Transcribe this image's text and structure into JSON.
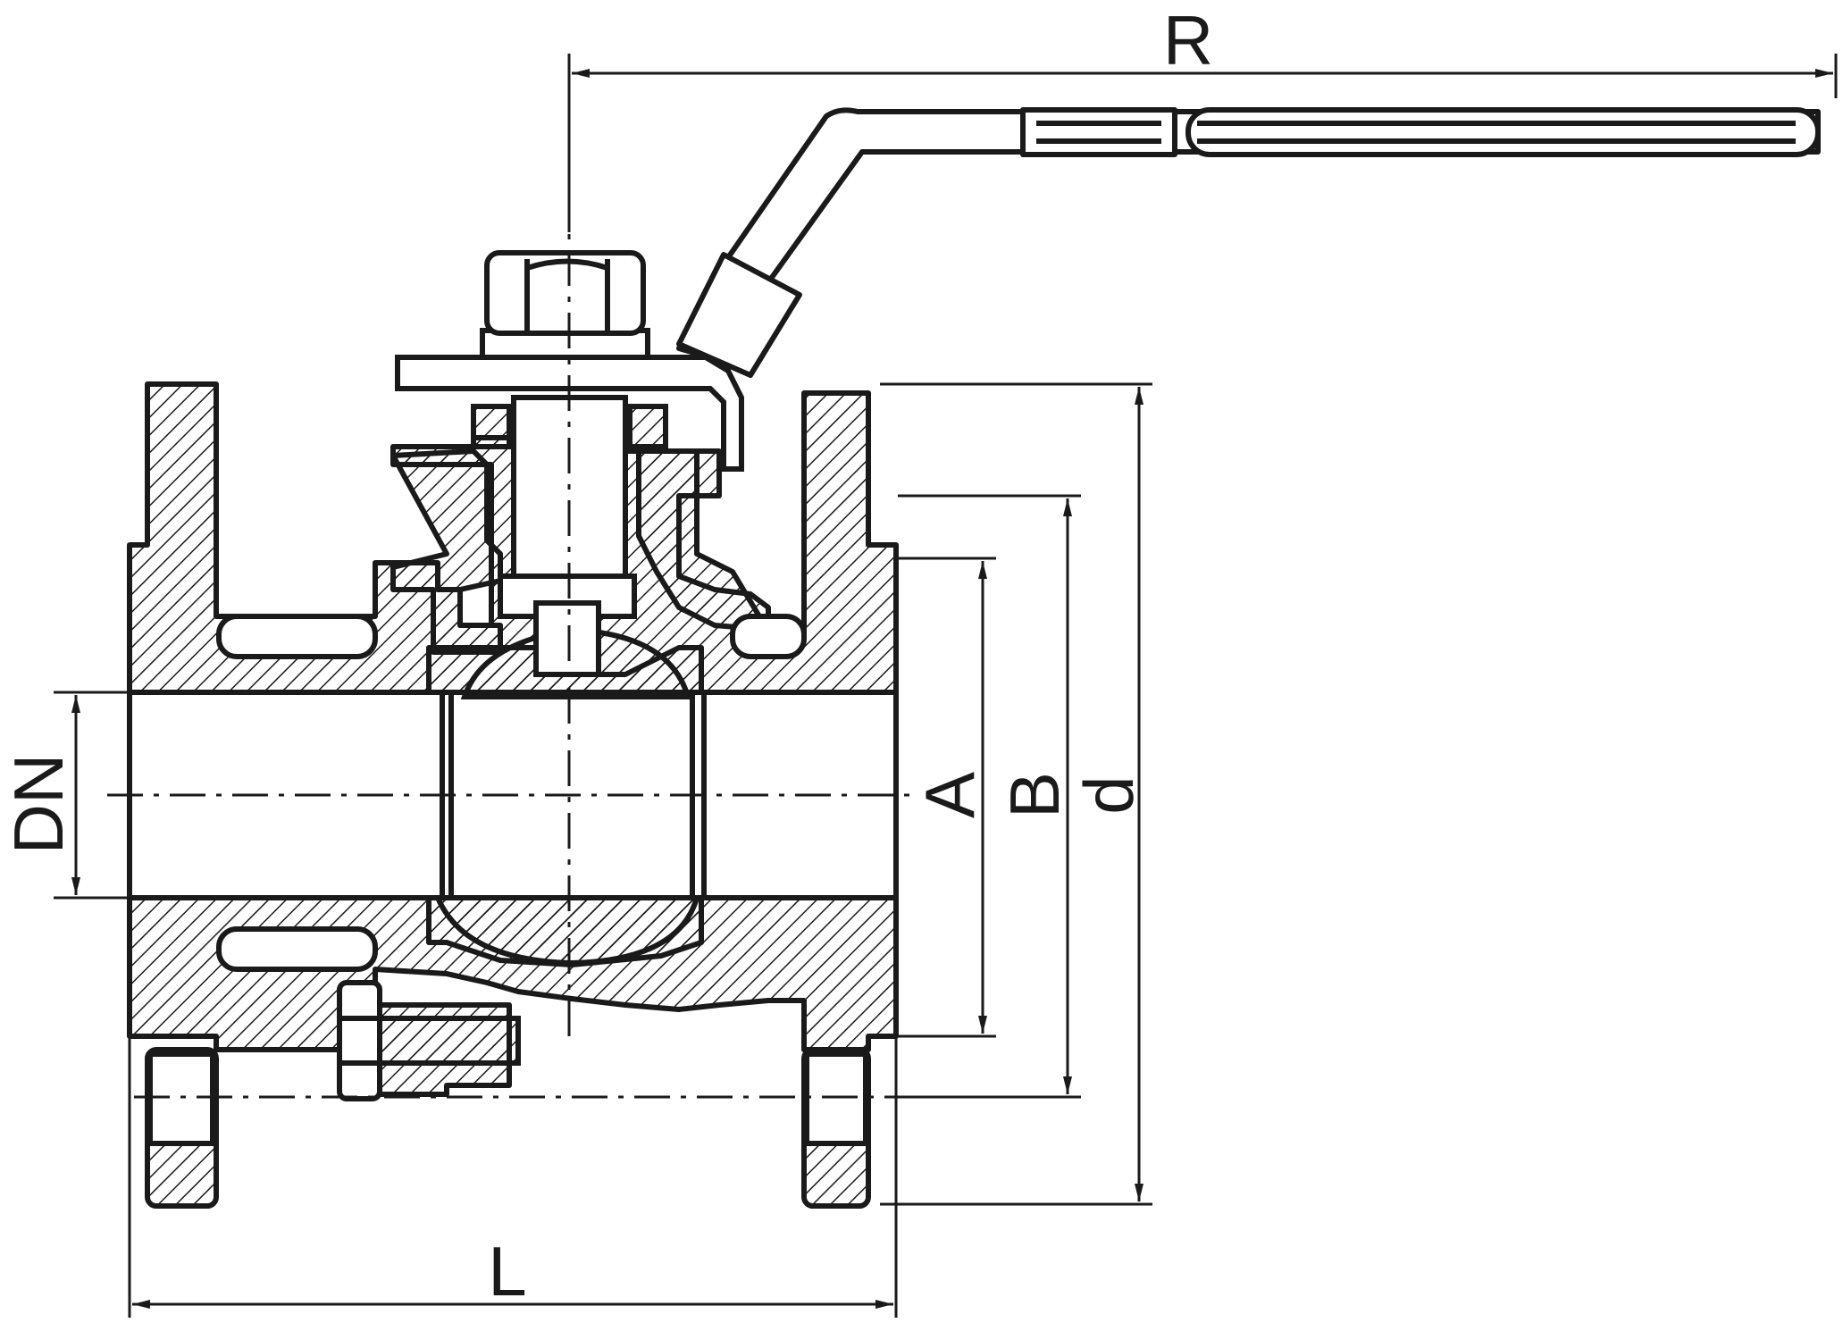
{
  "labels": {
    "R": "R",
    "DN": "DN",
    "A": "A",
    "B": "B",
    "d": "d",
    "L": "L"
  },
  "colors": {
    "line": "#1a1a1a",
    "hatch": "#1a1a1a",
    "background": "#ffffff"
  }
}
